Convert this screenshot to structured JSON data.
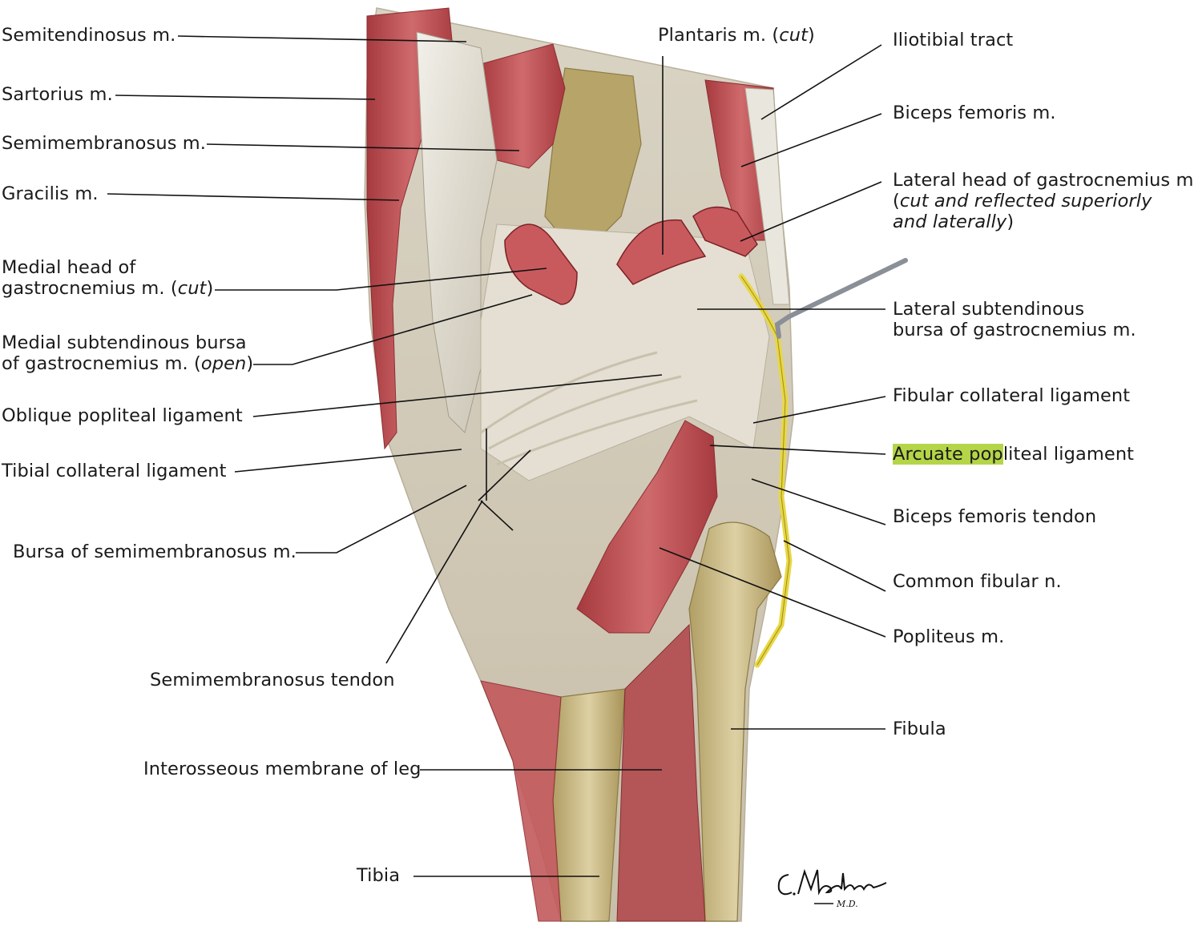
{
  "labels": {
    "semitendinosus": "Semitendinosus m.",
    "sartorius": "Sartorius m.",
    "semimembranosus": "Semimembranosus m.",
    "gracilis": "Gracilis m.",
    "medial_head_1": "Medial head of",
    "medial_head_2a": "gastrocnemius m. (",
    "medial_head_2b": "cut",
    "medial_head_2c": ")",
    "medial_bursa_1": "Medial subtendinous bursa",
    "medial_bursa_2a": "of gastrocnemius m. (",
    "medial_bursa_2b": "open",
    "medial_bursa_2c": ")",
    "oblique_popliteal": "Oblique popliteal ligament",
    "tibial_collateral": "Tibial collateral ligament",
    "bursa_semimembranosus": "Bursa of semimembranosus m.",
    "semimembranosus_tendon": "Semimembranosus tendon",
    "interosseous": "Interosseous membrane of leg",
    "tibia": "Tibia",
    "plantaris_a": "Plantaris m. (",
    "plantaris_b": "cut",
    "plantaris_c": ")",
    "iliotibial": "Iliotibial tract",
    "biceps_femoris_m": "Biceps femoris m.",
    "lateral_head_1": "Lateral head of gastrocnemius m.",
    "lateral_head_2a": "(",
    "lateral_head_2b": "cut and reflected superiorly",
    "lateral_head_3a": "and laterally",
    "lateral_head_3b": ")",
    "lateral_bursa_1": "Lateral subtendinous",
    "lateral_bursa_2": "bursa of gastrocnemius m.",
    "fibular_collateral": "Fibular collateral ligament",
    "arcuate_highlight": "Arcuate pop",
    "arcuate_rest": "liteal ligament",
    "biceps_tendon": "Biceps femoris tendon",
    "common_fibular": "Common fibular n.",
    "popliteus": "Popliteus m.",
    "fibula": "Fibula"
  },
  "signature": "C.Machado M.D.",
  "colors": {
    "muscle": "#c4565a",
    "muscle_dark": "#9d3236",
    "tendon": "#e6e3da",
    "bone": "#cdbd8c",
    "bone_dark": "#a8955f",
    "nerve": "#e8d744",
    "highlight": "#b5d548",
    "leader": "#111111"
  }
}
